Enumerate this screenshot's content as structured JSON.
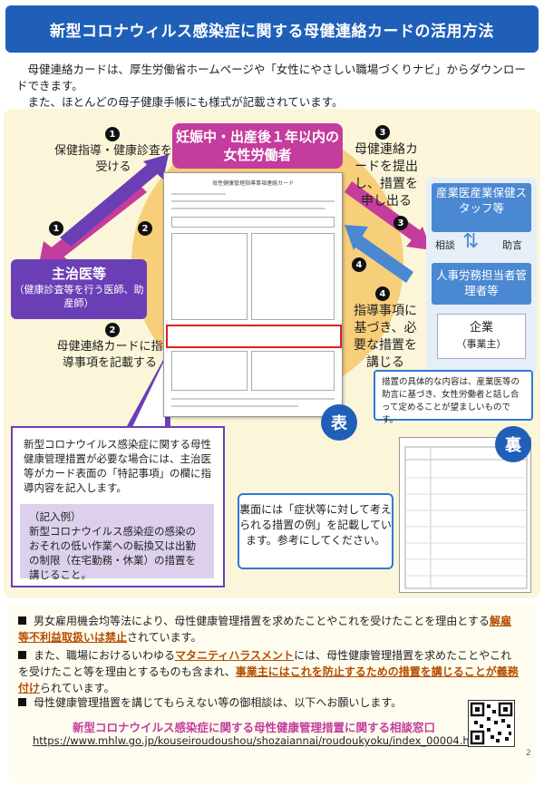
{
  "title": "新型コロナウィルス感染症に関する母健連絡カードの活用方法",
  "intro": {
    "line1": "　母健連絡カードは、厚生労働省ホームページや「女性にやさしい職場づくりナビ」からダウンロードできます。",
    "line2": "　また、ほとんどの母子健康手帳にも様式が記載されています。"
  },
  "flow": {
    "worker": "妊娠中・出産後１年以内の女性労働者",
    "num1": "1",
    "num2": "2",
    "num3": "3",
    "num4": "4",
    "step1": "保健指導・健康診査を受ける",
    "step2": "母健連絡カードに指導事項を記載する",
    "step3": "母健連絡カードを提出し、措置を申し出る",
    "step4": "指導事項に基づき、必要な措置を講じる",
    "doctor_title": "主治医等",
    "doctor_sub": "（健康診査等を行う医師、助産師）",
    "card_title": "母性健康管理指導事項連絡カード",
    "omote": "表",
    "ura": "裏"
  },
  "right": {
    "occupational": "産業医産業保健スタッフ等",
    "consult": "相談",
    "advice": "助言",
    "hr": "人事労務担当者管理者等",
    "company": "企業",
    "company_sub": "（事業主）",
    "note": "措置の具体的な内容は、産業医等の助言に基づき、女性労働者と話し合って定めることが望ましいものです。"
  },
  "desc": {
    "text": "新型コロナウイルス感染症に関する母性健康管理措置が必要な場合には、主治医等がカード表面の「特記事項」の欄に指導内容を記入します。",
    "example_label": "（記入例）",
    "example_text": "新型コロナウイルス感染症の感染のおそれの低い作業への転換又は出勤の制限（在宅勤務・休業）の措置を講じること。"
  },
  "back_note": "裏面には「症状等に対して考えられる措置の例」を記載しています。参考にしてください。",
  "bottom": {
    "p1a": "男女雇用機会均等法により、母性健康管理措置を求めたことやこれを受けたことを理由とする",
    "p1b": "解雇等不利益取扱いは禁止",
    "p1c": "されています。",
    "p2a": "また、職場におけるいわゆる",
    "p2b": "マタニティハラスメント",
    "p2c": "には、母性健康管理措置を求めたことやこれを受けたこと等を理由とするものも含まれ、",
    "p2d": "事業主にはこれを防止するための措置を講じることが義務付け",
    "p2e": "られています。",
    "p3": "母性健康管理措置を講じてもらえない等の御相談は、以下へお願いします。",
    "consult_title": "新型コロナウイルス感染症に関する母性健康管理措置に関する相談窓口",
    "url": "https://www.mhlw.go.jp/kouseiroudoushou/shozaiannai/roudoukyoku/index_00004.htm",
    "page": "2"
  },
  "colors": {
    "banner": "#1f5fb8",
    "worker": "#c43c9d",
    "doctor": "#6a3fb5",
    "staff": "#4b88d2",
    "circle": "#f5c05a"
  }
}
